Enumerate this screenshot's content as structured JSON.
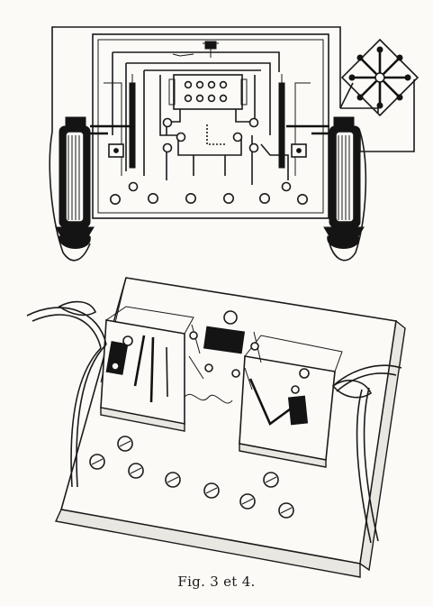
{
  "caption": "Fig. 3 et 4.",
  "colors": {
    "ink": "#1a1a1a",
    "paper": "#fbfaf7"
  },
  "figures": {
    "fig3": {
      "subject": "wiring-schematic"
    },
    "fig4": {
      "subject": "terminal-board-perspective"
    }
  }
}
